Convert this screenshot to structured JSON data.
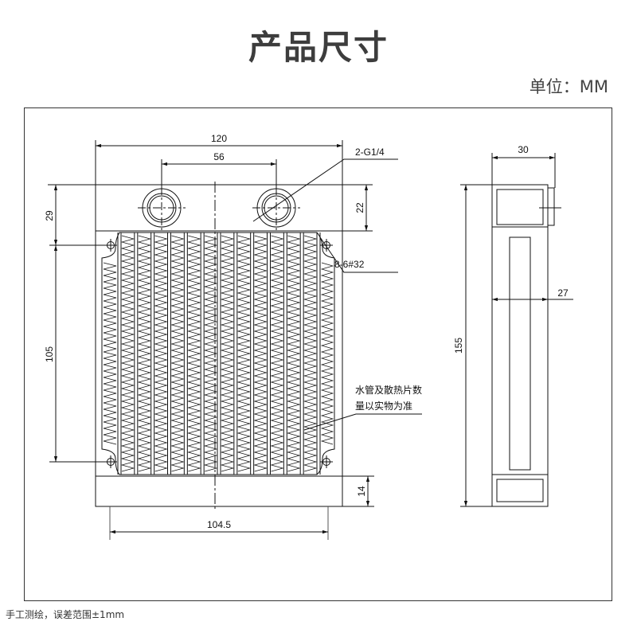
{
  "title": "产品尺寸",
  "unit": "单位：MM",
  "footnote": "手工测绘，误差范围±1mm",
  "front_view": {
    "width": "120",
    "port_spacing": "56",
    "ports": "2-G1/4",
    "top_to_hole": "29",
    "tank_height": "22",
    "mount_holes": "8-6#32",
    "hole_spacing_vertical": "105",
    "bottom_height": "14",
    "hole_spacing_horizontal": "104.5",
    "note_line1": "水管及散热片数",
    "note_line2": "量以实物为准"
  },
  "side_view": {
    "thickness_with_port": "30",
    "thickness": "27",
    "height": "155"
  }
}
